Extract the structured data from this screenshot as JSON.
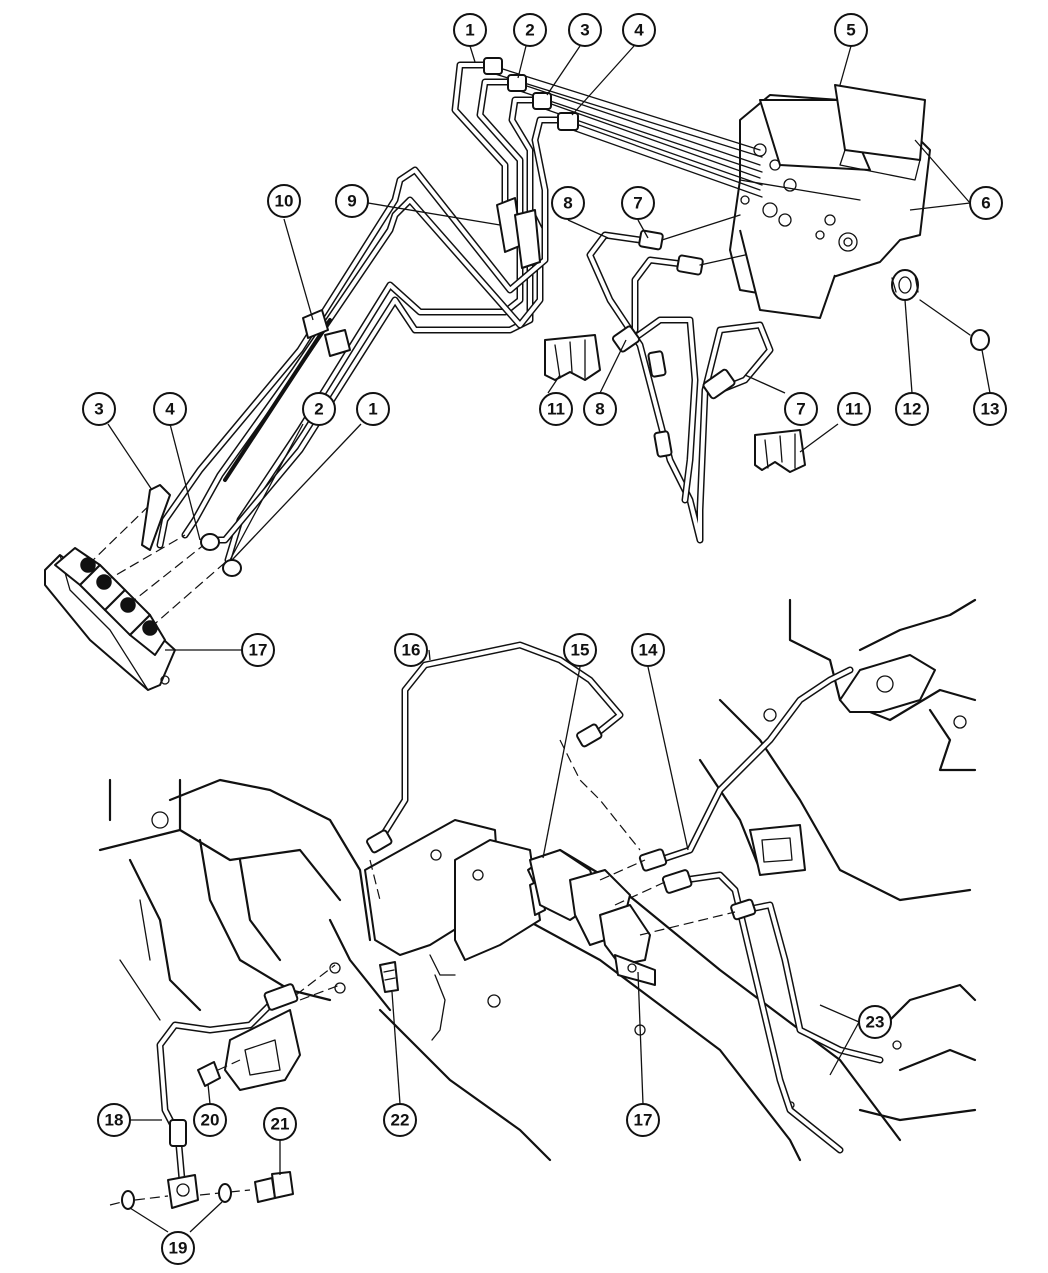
{
  "callouts": {
    "c1a": "1",
    "c2a": "2",
    "c3a": "3",
    "c4a": "4",
    "c5": "5",
    "c6": "6",
    "c7a": "7",
    "c8a": "8",
    "c9": "9",
    "c10": "10",
    "c3b": "3",
    "c4b": "4",
    "c2b": "2",
    "c1b": "1",
    "c11a": "11",
    "c8b": "8",
    "c7b": "7",
    "c11b": "11",
    "c12": "12",
    "c13": "13",
    "c17a": "17",
    "c16": "16",
    "c15": "15",
    "c14": "14",
    "c18": "18",
    "c20": "20",
    "c21": "21",
    "c22": "22",
    "c17b": "17",
    "c23": "23",
    "c19": "19"
  },
  "colors": {
    "ink": "#111111",
    "paper": "#ffffff"
  }
}
